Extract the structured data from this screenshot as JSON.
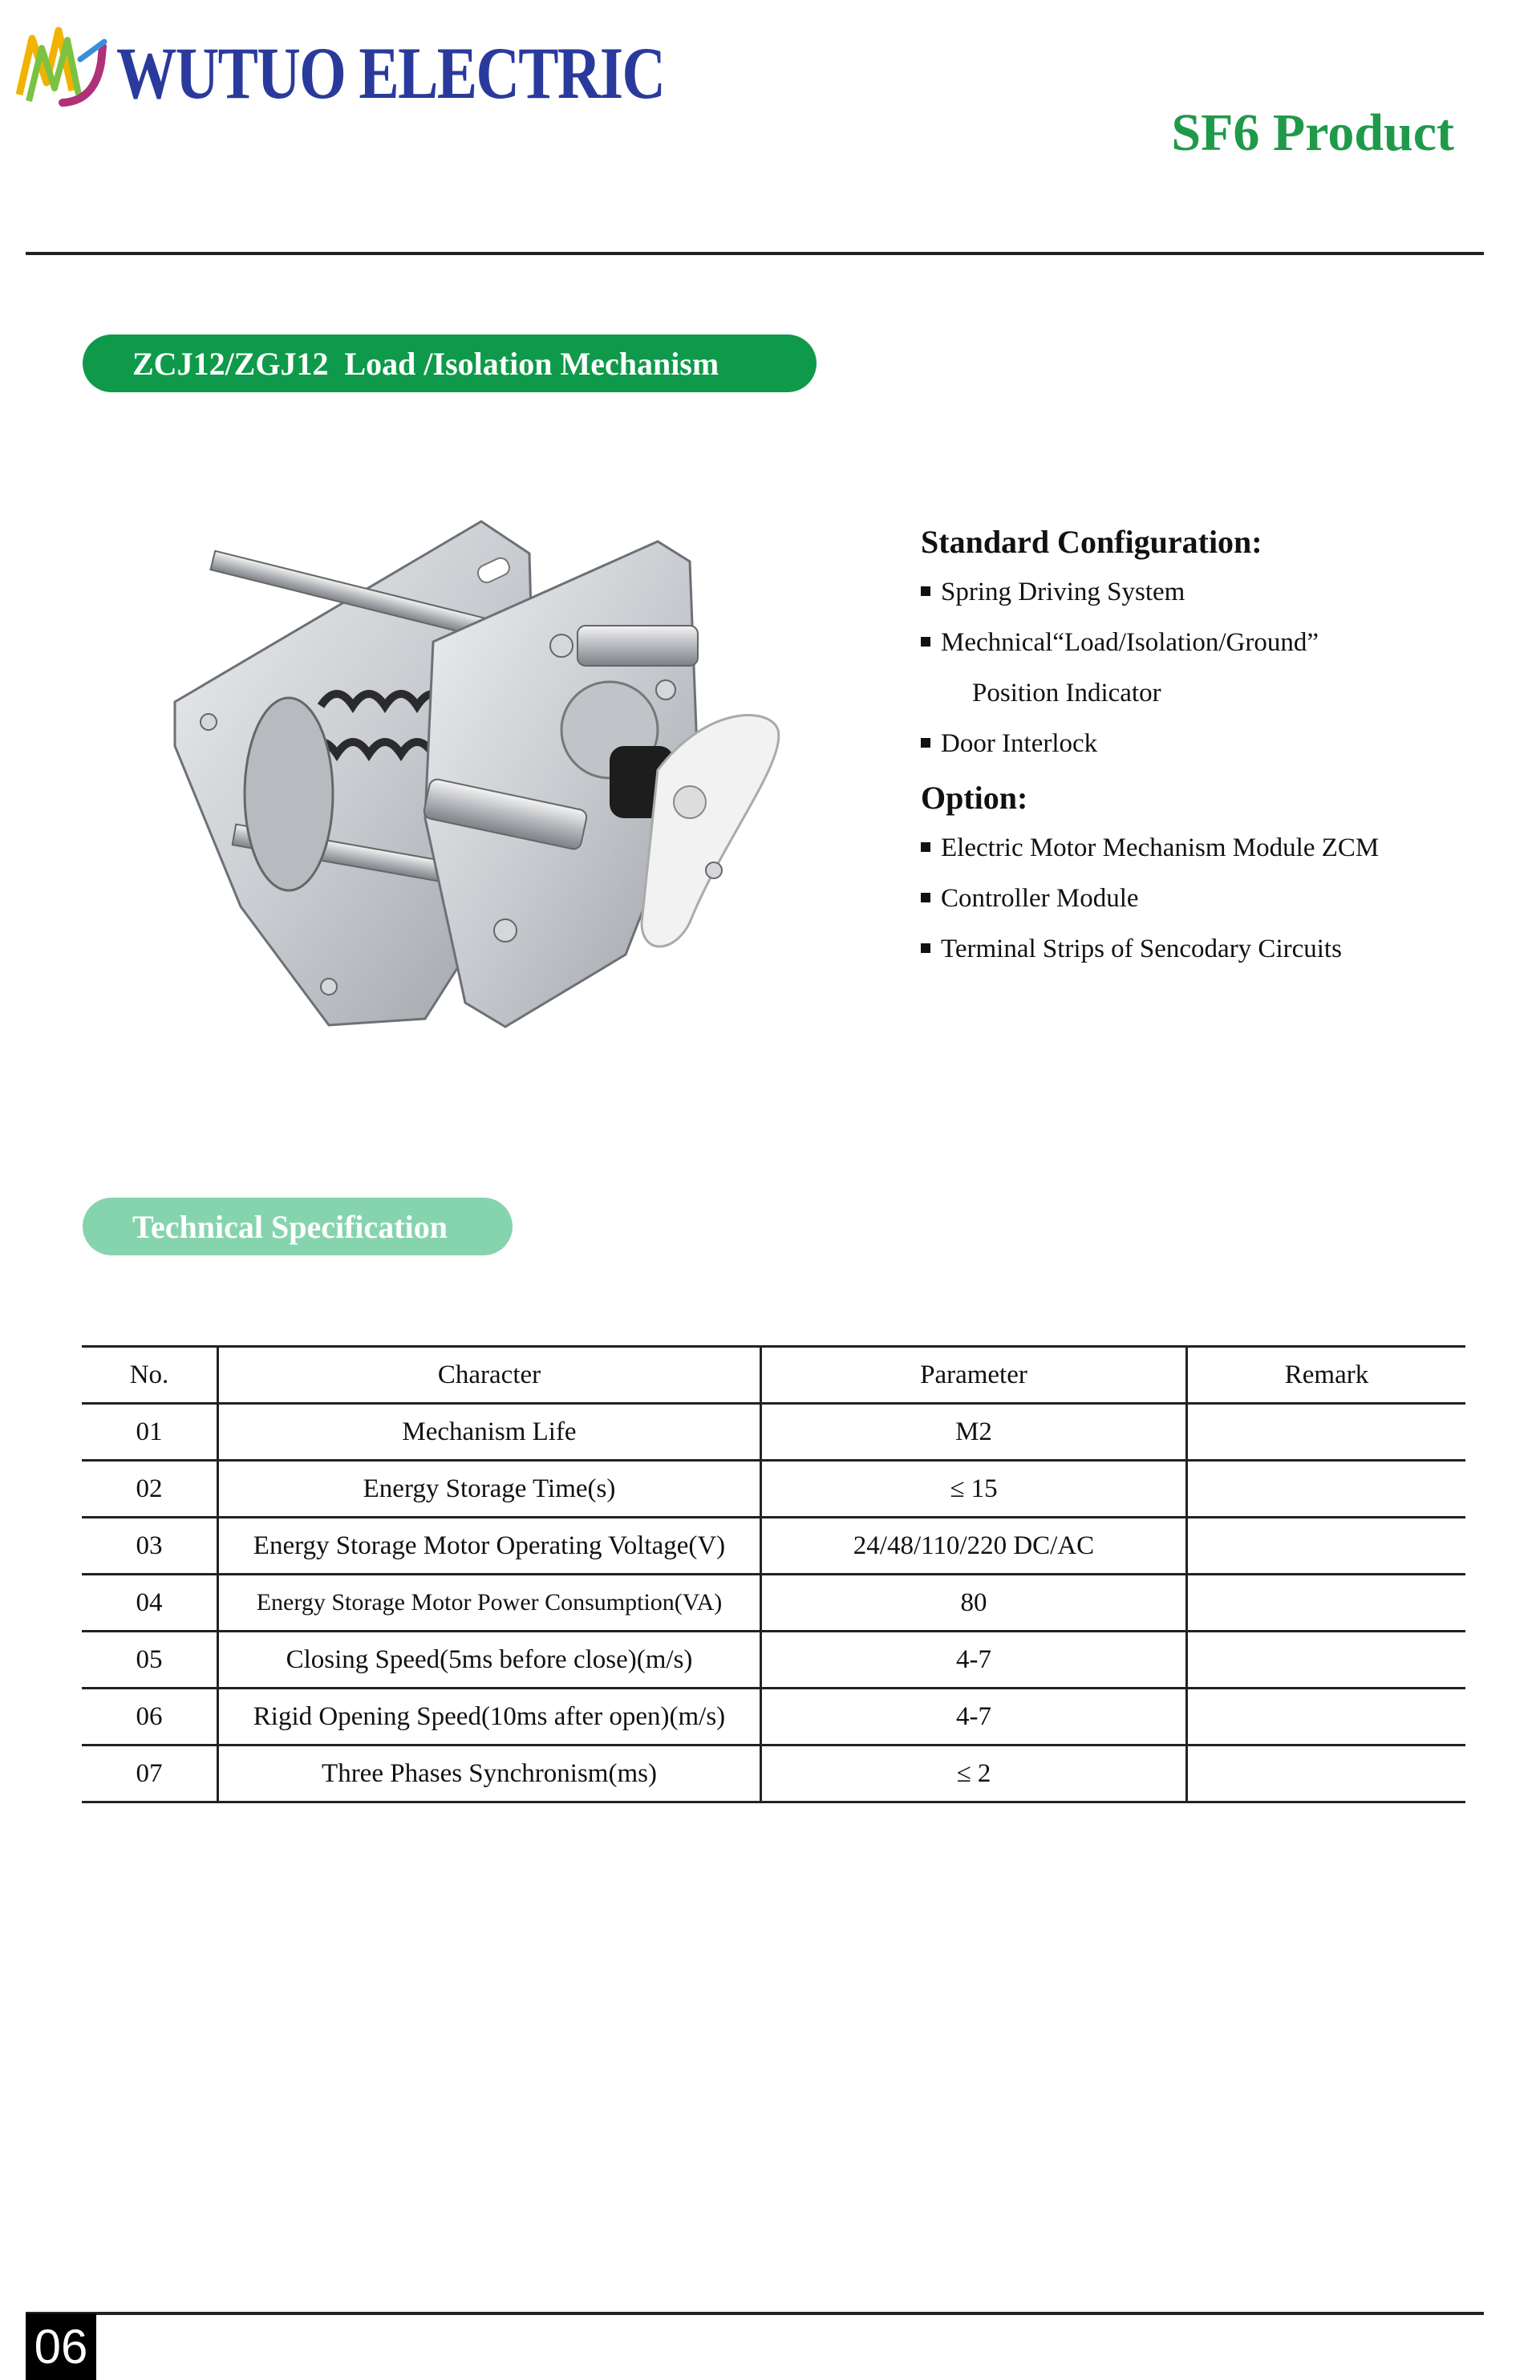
{
  "header": {
    "brand": "WUTUO ELECTRIC",
    "product": "SF6 Product",
    "logo_icon": "wutuo-logo-icon",
    "colors": {
      "brand": "#2a3a9c",
      "product": "#1f9a4a"
    }
  },
  "section_title": "ZCJ12/ZGJ12  Load /Isolation Mechanism",
  "image_alt": "load-isolation-mechanism-photo",
  "standard": {
    "heading": "Standard Configuration:",
    "items": [
      "Spring Driving System",
      "Mechnical“Load/Isolation/Ground”",
      "Position Indicator",
      "Door Interlock"
    ]
  },
  "option": {
    "heading": "Option:",
    "items": [
      "Electric Motor Mechanism Module ZCM",
      "Controller Module",
      "Terminal Strips of Sencodary Circuits"
    ]
  },
  "spec_title": "Technical Specification",
  "spec": {
    "headers": [
      "No.",
      "Character",
      "Parameter",
      "Remark"
    ],
    "rows": [
      [
        "01",
        "Mechanism Life",
        "M2",
        ""
      ],
      [
        "02",
        "Energy Storage Time(s)",
        "≤ 15",
        ""
      ],
      [
        "03",
        "Energy Storage Motor Operating Voltage(V)",
        "24/48/110/220 DC/AC",
        ""
      ],
      [
        "04",
        "Energy Storage Motor Power Consumption(VA)",
        "80",
        ""
      ],
      [
        "05",
        "Closing Speed(5ms before close)(m/s)",
        "4-7",
        ""
      ],
      [
        "06",
        "Rigid Opening Speed(10ms after open)(m/s)",
        "4-7",
        ""
      ],
      [
        "07",
        "Three Phases Synchronism(ms)",
        "≤ 2",
        ""
      ]
    ]
  },
  "footer": {
    "page": "06"
  }
}
